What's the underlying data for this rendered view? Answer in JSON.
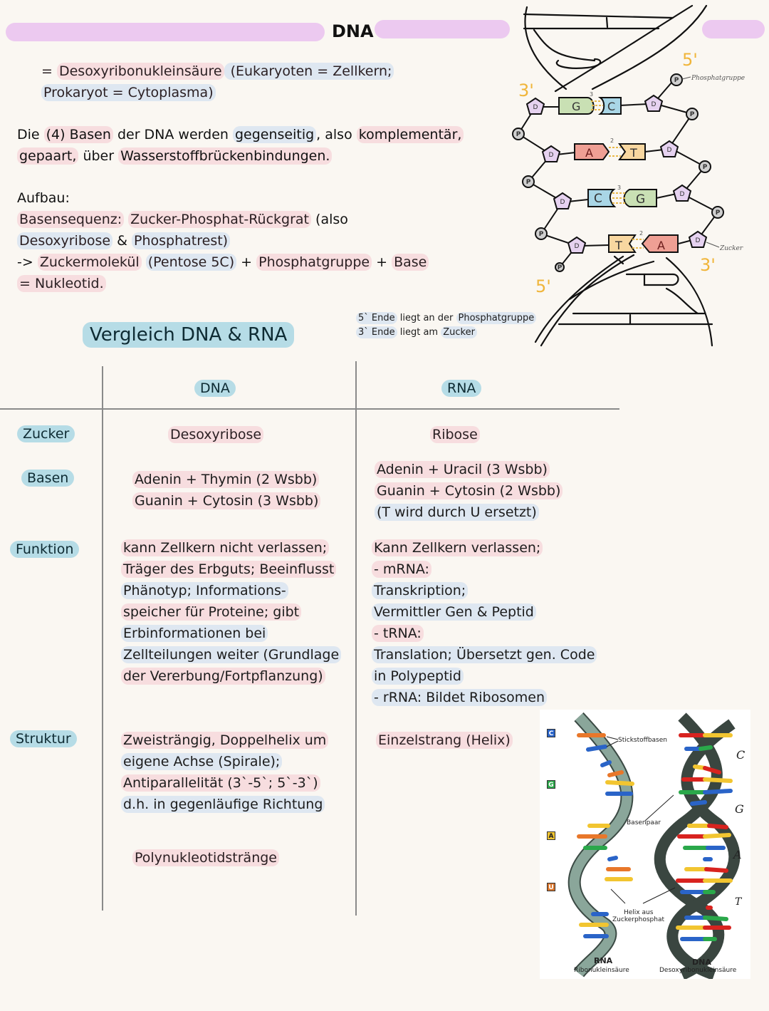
{
  "header": {
    "title": "DNA",
    "bar_color": "#ecc9f0"
  },
  "intro": {
    "line1": {
      "eq": "= ",
      "term": "Desoxyribonukleinsäure",
      "rest": " (Eukaryoten = Zellkern;"
    },
    "line2": "Prokaryot = Cytoplasma)",
    "pairing": {
      "p1": "Die ",
      "p2": "(4) Basen",
      "p3": " der DNA werden ",
      "p4": "gegenseitig",
      "p5": ", also ",
      "p6": "komplementär,",
      "p7": "gepaart,",
      "p8": " über ",
      "p9": "Wasserstoffbrückenbindungen."
    }
  },
  "aufbau": {
    "heading": "Aufbau:",
    "l1a": "Basensequenz:",
    "l1b": "Zucker-Phosphat-Rückgrat",
    "l1c": " (also",
    "l2a": "Desoxyribose",
    "l2b": " & ",
    "l2c": "Phosphatrest)",
    "l3a": "-> ",
    "l3b": "Zuckermolekül",
    "l3c": "(Pentose 5C)",
    "l3d": " + ",
    "l3e": "Phosphatgruppe",
    "l3f": " + ",
    "l3g": "Base",
    "l4": "= Nukleotid."
  },
  "ends_note": {
    "l1a": "5` Ende",
    "l1b": " liegt an der ",
    "l1c": "Phosphatgruppe",
    "l2a": "3` Ende",
    "l2b": " liegt am ",
    "l2c": "Zucker"
  },
  "diagram": {
    "label_5_top": "5'",
    "label_3_left": "3'",
    "label_5_bottom": "5'",
    "label_3_bottom": "3'",
    "phosphate_label": "Phosphatgruppe",
    "sugar_label": "Zucker",
    "phosphate_symbol": "P",
    "sugar_symbol": "D",
    "pairs": [
      {
        "left": "G",
        "right": "C",
        "bonds": "3",
        "left_color": "#c9e0b4",
        "right_color": "#a9d6e6"
      },
      {
        "left": "A",
        "right": "T",
        "bonds": "2",
        "left_color": "#ef9f94",
        "right_color": "#f8d7a0"
      },
      {
        "left": "C",
        "right": "G",
        "bonds": "3",
        "left_color": "#a9d6e6",
        "right_color": "#c9e0b4"
      },
      {
        "left": "T",
        "right": "A",
        "bonds": "2",
        "left_color": "#f8d7a0",
        "right_color": "#ef9f94"
      }
    ],
    "strand_label_color": "#f0b53a"
  },
  "comparison": {
    "title": "Vergleich DNA & RNA",
    "columns": [
      "DNA",
      "RNA"
    ],
    "rows": [
      {
        "label": "Zucker",
        "dna": [
          "Desoxyribose"
        ],
        "rna": [
          "Ribose"
        ]
      },
      {
        "label": "Basen",
        "dna": [
          "Adenin + Thymin (2 Wsbb)",
          "Guanin + Cytosin  (3 Wsbb)"
        ],
        "rna": [
          "Adenin + Uracil (3 Wsbb)",
          "Guanin + Cytosin (2 Wsbb)",
          "(T wird durch U ersetzt)"
        ]
      },
      {
        "label": "Funktion",
        "dna": [
          "kann Zellkern nicht verlassen;",
          "Träger des Erbguts; Beeinflusst",
          "Phänotyp; Informations-",
          "speicher für Proteine; gibt",
          "Erbinformationen bei",
          "Zellteilungen weiter (Grundlage",
          "der Vererbung/Fortpflanzung)"
        ],
        "rna": [
          "Kann Zellkern verlassen;",
          "- mRNA:",
          "Transkription;",
          "Vermittler Gen & Peptid",
          "- tRNA:",
          "Translation; Übersetzt gen. Code",
          "in Polypeptid",
          "- rRNA: Bildet Ribosomen"
        ]
      },
      {
        "label": "Struktur",
        "dna": [
          "Zweisträngig, Doppelhelix um",
          "eigene Achse (Spirale);",
          "Antiparallelität (3`-5`; 5`-3`)",
          "d.h. in gegenläufige Richtung"
        ],
        "dna_extra": "Polynukleotidstränge",
        "rna": [
          "Einzelstrang (Helix)"
        ]
      }
    ]
  },
  "figure": {
    "legend": [
      {
        "letter": "C",
        "color": "#2a64c8"
      },
      {
        "letter": "G",
        "color": "#2aa84a"
      },
      {
        "letter": "A",
        "color": "#f2c530"
      },
      {
        "letter": "U",
        "color": "#d9742a"
      }
    ],
    "hand_labels": [
      "C",
      "G",
      "A",
      "T"
    ],
    "annotation_bases": "Stickstoffbasen",
    "annotation_pair": "Basenpaar",
    "annotation_helix_1": "Helix aus",
    "annotation_helix_2": "Zuckerphosphat",
    "rna_title": "RNA",
    "rna_subtitle": "Ribonukleinsäure",
    "dna_title": "DNA",
    "dna_subtitle": "Desoxyribonukleinsäure"
  }
}
